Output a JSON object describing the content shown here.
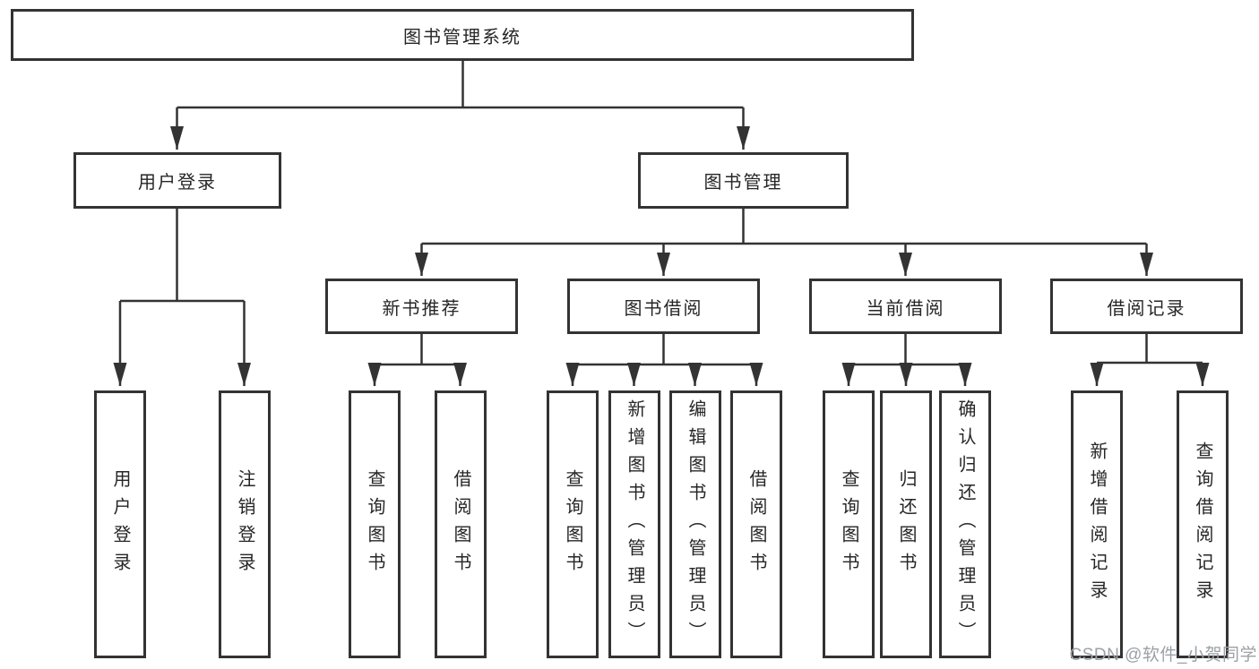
{
  "tree": {
    "label": "图书管理系统",
    "children": [
      {
        "label": "用户登录",
        "children": [
          {
            "label": "用户登录"
          },
          {
            "label": "注销登录"
          }
        ]
      },
      {
        "label": "图书管理",
        "children": [
          {
            "label": "新书推荐",
            "children": [
              {
                "label": "查询图书"
              },
              {
                "label": "借阅图书"
              }
            ]
          },
          {
            "label": "图书借阅",
            "children": [
              {
                "label": "查询图书"
              },
              {
                "label": "新增图书（管理员）"
              },
              {
                "label": "编辑图书（管理员）"
              },
              {
                "label": "借阅图书"
              }
            ]
          },
          {
            "label": "当前借阅",
            "children": [
              {
                "label": "查询图书"
              },
              {
                "label": "归还图书"
              },
              {
                "label": "确认归还（管理员）"
              }
            ]
          },
          {
            "label": "借阅记录",
            "children": [
              {
                "label": "新增借阅记录"
              },
              {
                "label": "查询借阅记录"
              }
            ]
          }
        ]
      }
    ]
  },
  "watermark": {
    "text": "CSDN @软件_小贺同学"
  },
  "colors": {
    "line": "#333333",
    "text": "#262626",
    "watermark": "#9ba1a6",
    "background": "#ffffff"
  }
}
